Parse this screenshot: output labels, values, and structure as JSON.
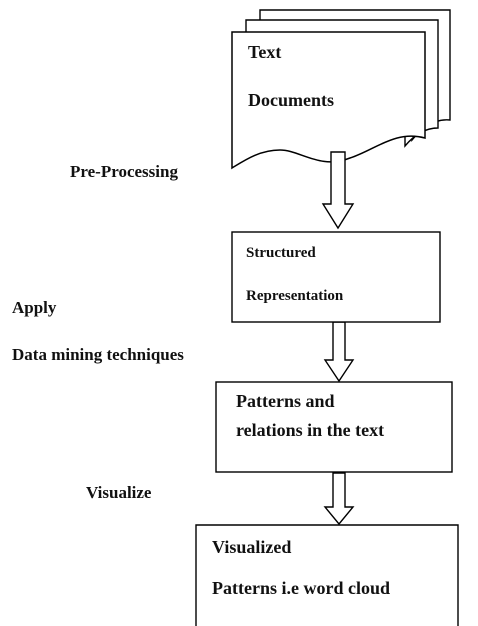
{
  "docs_box": {
    "line1": "Text",
    "line2": "Documents"
  },
  "steps": {
    "preprocessing": "Pre-Processing",
    "apply": "Apply",
    "data_mining": "Data mining techniques",
    "visualize": "Visualize"
  },
  "structured_box": {
    "line1": "Structured",
    "line2": "Representation"
  },
  "patterns_box": {
    "line1": "Patterns and",
    "line2": "relations in the text"
  },
  "visualized_box": {
    "line1": "Visualized",
    "line2": "Patterns i.e word cloud"
  }
}
